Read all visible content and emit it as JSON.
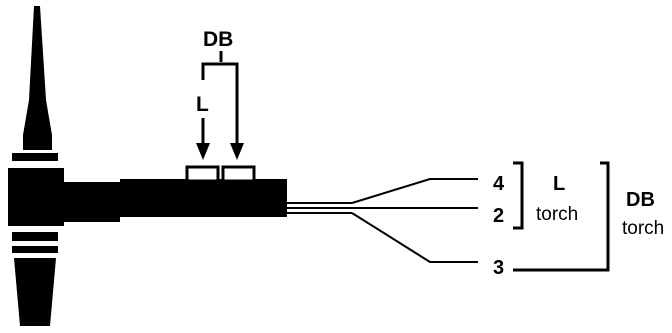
{
  "labels": {
    "db_top": "DB",
    "l_top": "L",
    "wire_4": "4",
    "wire_2": "2",
    "wire_3": "3",
    "l_group_title": "L",
    "l_group_sub": "torch",
    "db_group_title": "DB",
    "db_group_sub": "torch"
  },
  "colors": {
    "ink": "#000000",
    "background": "#ffffff"
  }
}
